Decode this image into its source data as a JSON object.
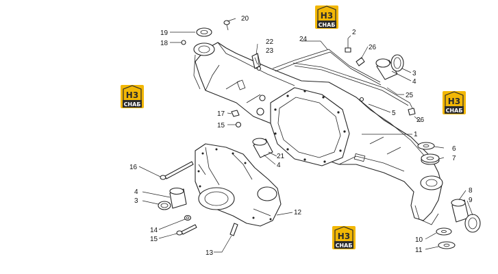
{
  "colors": {
    "logo_yellow": "#f2b705",
    "logo_dark": "#2b2b2b",
    "line": "#222222"
  },
  "logo": {
    "mark": "H3",
    "caption": "CHAБ"
  },
  "callouts": [
    "1",
    "2",
    "3",
    "4",
    "5",
    "6",
    "7",
    "8",
    "9",
    "10",
    "11",
    "12",
    "13",
    "14",
    "15",
    "16",
    "17",
    "18",
    "19",
    "20",
    "21",
    "22",
    "23",
    "24",
    "25",
    "26"
  ],
  "extra_callouts": {
    "c3b": "3",
    "c4b": "4",
    "c4c": "4",
    "c15b": "15",
    "c26b": "26"
  }
}
